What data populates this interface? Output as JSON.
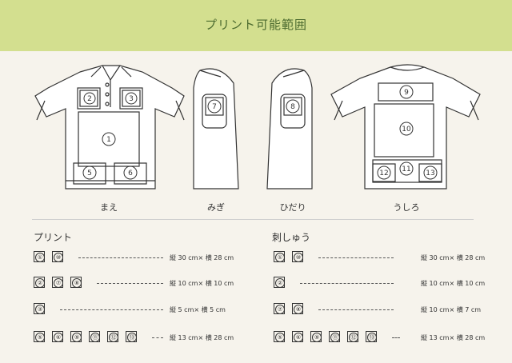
{
  "header": {
    "title": "プリント可能範囲"
  },
  "views": [
    {
      "label": "まえ"
    },
    {
      "label": "みぎ"
    },
    {
      "label": "ひだり"
    },
    {
      "label": "うしろ"
    }
  ],
  "areas": {
    "front": [
      "①",
      "②",
      "③",
      "⑤",
      "⑥"
    ],
    "right": [
      "⑦"
    ],
    "left": [
      "⑧"
    ],
    "back": [
      "⑨",
      "⑩",
      "⑪",
      "⑫",
      "⑬"
    ]
  },
  "print": {
    "title": "プリント",
    "rows": [
      {
        "badges": [
          "①",
          "⑩"
        ],
        "size": "縦 30 cm× 横 28 cm"
      },
      {
        "badges": [
          "②",
          "⑦",
          "⑧"
        ],
        "size": "縦 10 cm× 横 10 cm"
      },
      {
        "badges": [
          "③"
        ],
        "size": "縦 5 cm× 横 5 cm"
      },
      {
        "badges": [
          "⑤",
          "⑥",
          "⑨",
          "⑪",
          "⑫",
          "⑬"
        ],
        "size": "縦 13 cm× 横 28 cm"
      }
    ]
  },
  "embroidery": {
    "title": "刺しゅう",
    "rows": [
      {
        "badges": [
          "①",
          "⑩"
        ],
        "size": "縦 30 cm× 横 28 cm"
      },
      {
        "badges": [
          "②"
        ],
        "size": "縦 10 cm× 横 10 cm"
      },
      {
        "badges": [
          "⑦",
          "⑧"
        ],
        "size": "縦 10 cm× 横 7 cm"
      },
      {
        "badges": [
          "⑤",
          "⑥",
          "⑨",
          "⑪",
          "⑫",
          "⑬"
        ],
        "size": "縦 13 cm× 横 28 cm"
      }
    ]
  }
}
